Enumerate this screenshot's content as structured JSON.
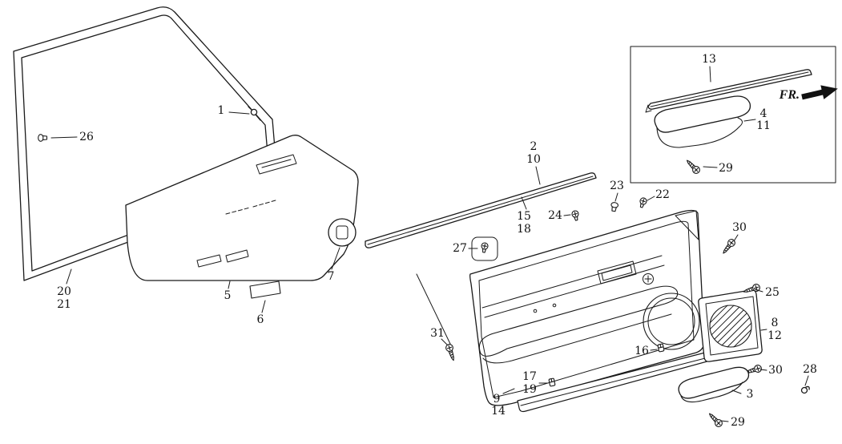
{
  "diagram": {
    "subject": "Front door lining and weatherstrip exploded parts view",
    "direction_label": "FR.",
    "line_color": "#1a1a1a",
    "background_color": "#ffffff"
  },
  "parts": [
    {
      "num": "1"
    },
    {
      "num": "26"
    },
    {
      "num": "20"
    },
    {
      "num": "21"
    },
    {
      "num": "5"
    },
    {
      "num": "6"
    },
    {
      "num": "7"
    },
    {
      "num": "2"
    },
    {
      "num": "10"
    },
    {
      "num": "15"
    },
    {
      "num": "18"
    },
    {
      "num": "24"
    },
    {
      "num": "23"
    },
    {
      "num": "22"
    },
    {
      "num": "27"
    },
    {
      "num": "13"
    },
    {
      "num": "4"
    },
    {
      "num": "11"
    },
    {
      "num": "29"
    },
    {
      "num": "30"
    },
    {
      "num": "25"
    },
    {
      "num": "8"
    },
    {
      "num": "12"
    },
    {
      "num": "30"
    },
    {
      "num": "28"
    },
    {
      "num": "3"
    },
    {
      "num": "29"
    },
    {
      "num": "31"
    },
    {
      "num": "16"
    },
    {
      "num": "17"
    },
    {
      "num": "19"
    },
    {
      "num": "9"
    },
    {
      "num": "14"
    }
  ]
}
